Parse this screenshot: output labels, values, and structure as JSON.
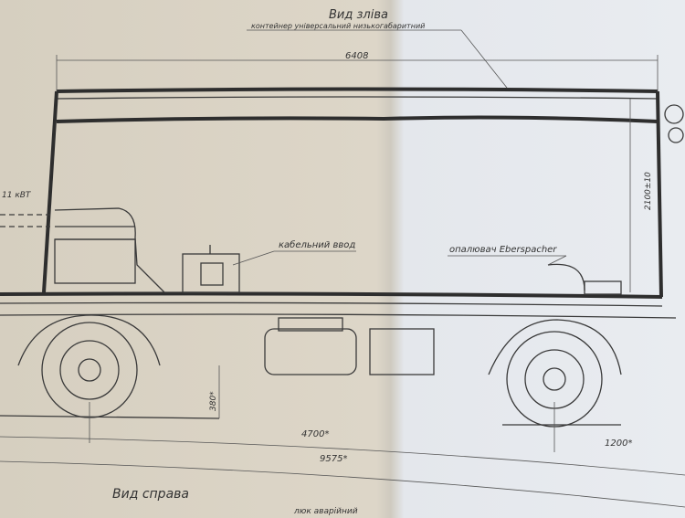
{
  "drawing": {
    "title_top": "Вид зліва",
    "container_label": "контейнер універсальний низькогабаритний",
    "length_dim": "6408",
    "height_dim": "2100±10",
    "power_label": "11 кВТ",
    "cable_label": "кабельний ввод",
    "heater_label": "опалювач Eberspacher",
    "clearance_dim": "380*",
    "wheelbase_dim": "4700*",
    "total_length_dim": "9575*",
    "rear_overhang_dim": "1200*",
    "title_bottom": "Вид справа",
    "hatch_label": "люк аварійний"
  }
}
